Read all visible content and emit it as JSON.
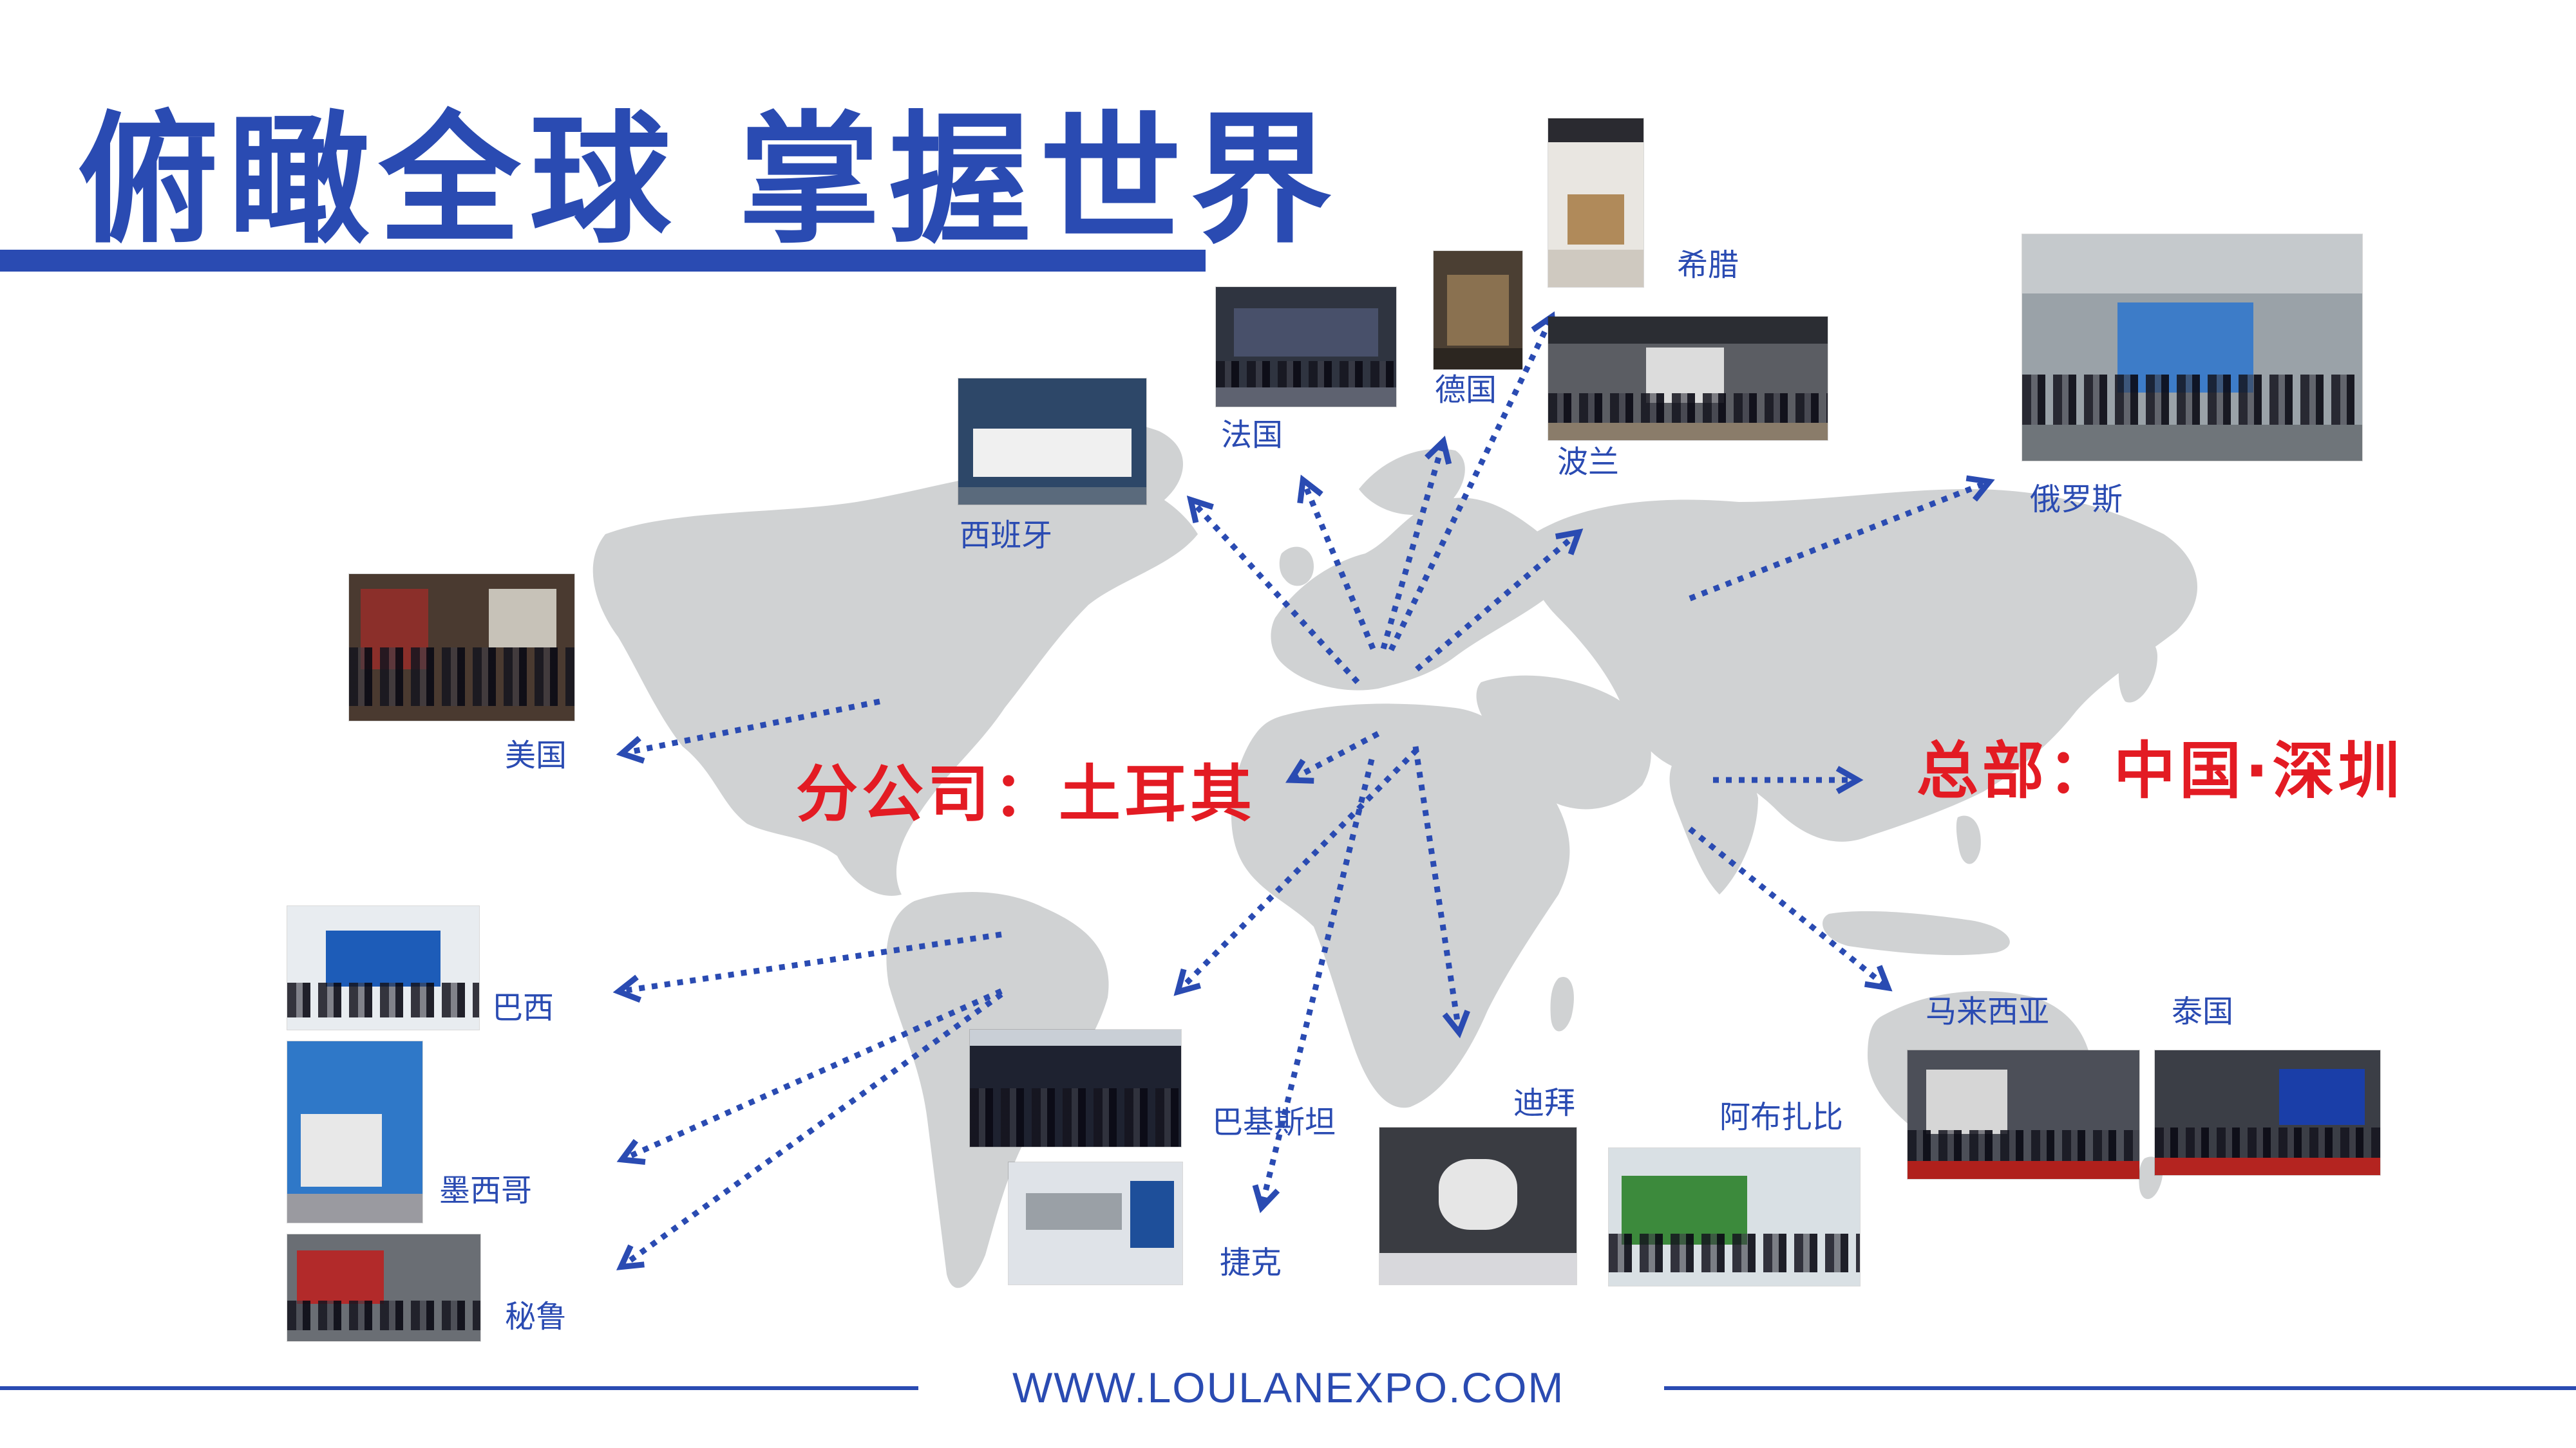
{
  "colors": {
    "primary": "#2A4BB2",
    "accent": "#E31B23",
    "map": "#D0D2D3"
  },
  "title": "俯瞰全球  掌握世界",
  "offices": {
    "branch": "分公司：土耳其",
    "headquarters": "总部：中国·深圳"
  },
  "countries": {
    "greece": "希腊",
    "germany": "德国",
    "france": "法国",
    "poland": "波兰",
    "spain": "西班牙",
    "russia": "俄罗斯",
    "usa": "美国",
    "brazil": "巴西",
    "mexico": "墨西哥",
    "peru": "秘鲁",
    "pakistan": "巴基斯坦",
    "czech": "捷克",
    "dubai": "迪拜",
    "abudhabi": "阿布扎比",
    "malaysia": "马来西亚",
    "thailand": "泰国"
  },
  "footer": {
    "website": "WWW.LOULANEXPO.COM"
  }
}
